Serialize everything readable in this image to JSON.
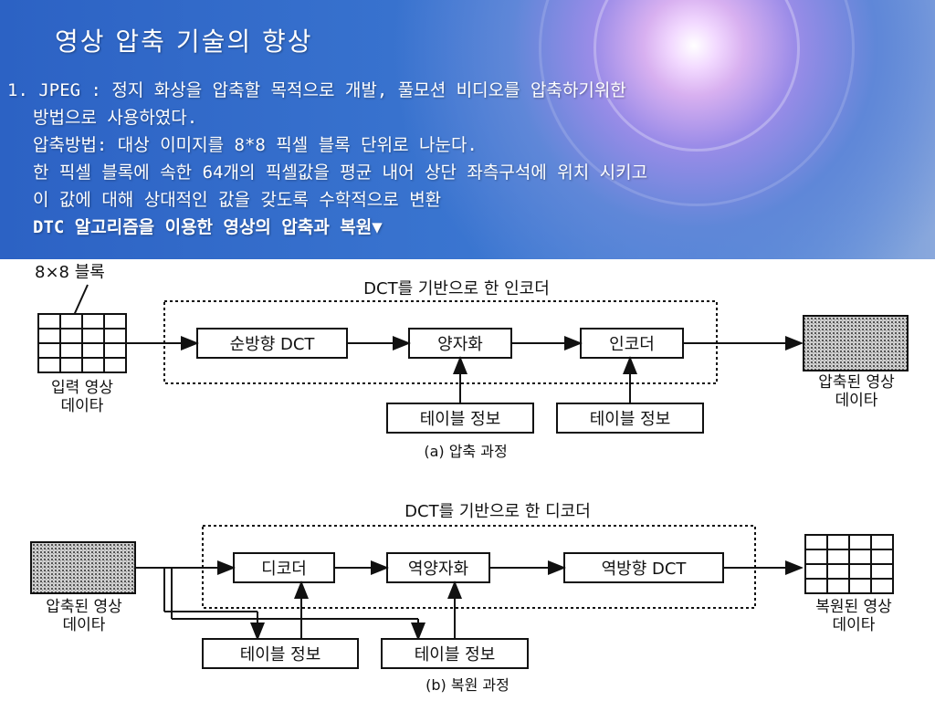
{
  "slide": {
    "title": "영상 압축 기술의 향상",
    "lines": [
      "1. JPEG : 정지 화상을 압축할 목적으로 개발, 풀모션 비디오를 압축하기위한",
      "방법으로 사용하였다.",
      "압축방법: 대상 이미지를 8*8 픽셀 블록 단위로 나눈다.",
      "한 픽셀 블록에 속한 64개의 픽셀값을 평균 내어 상단 좌측구석에 위치 시키고",
      "이 값에 대해 상대적인 값을 갖도록 수학적으로 변환",
      "DTC 알고리즘을 이용한 영상의 압축과 복원▼"
    ]
  },
  "diagram": {
    "encoder": {
      "block_label": "8×8 블록",
      "group_label": "DCT를 기반으로 한 인코더",
      "input_label": [
        "입력 영상",
        "데이타"
      ],
      "stage1": "순방향 DCT",
      "stage2": "양자화",
      "stage3": "인코더",
      "table1": "테이블 정보",
      "table2": "테이블 정보",
      "output_label": [
        "압축된 영상",
        "데이타"
      ],
      "caption": "(a) 압축 과정"
    },
    "decoder": {
      "group_label": "DCT를 기반으로 한 디코더",
      "input_label": [
        "압축된 영상",
        "데이타"
      ],
      "stage1": "디코더",
      "stage2": "역양자화",
      "stage3": "역방향 DCT",
      "table1": "테이블 정보",
      "table2": "테이블 정보",
      "output_label": [
        "복원된 영상",
        "데이타"
      ],
      "caption": "(b) 복원 과정"
    }
  },
  "colors": {
    "header_blue": "#3a75d0",
    "text_white": "#ffffff",
    "diagram_ink": "#111111"
  }
}
